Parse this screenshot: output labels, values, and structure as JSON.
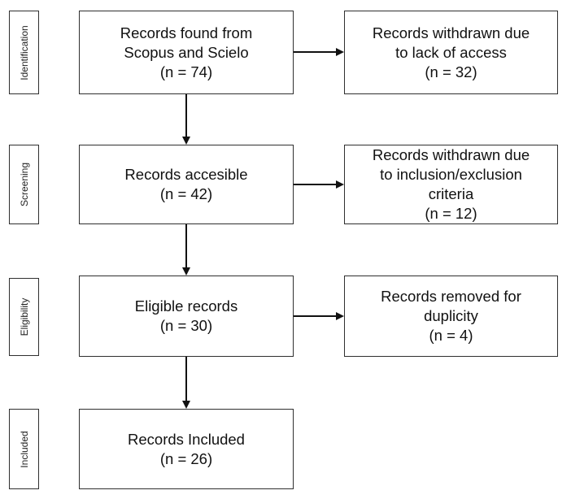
{
  "stages": [
    {
      "id": "identification",
      "label": "Identification"
    },
    {
      "id": "screening",
      "label": "Screening"
    },
    {
      "id": "eligibility",
      "label": "Eligibility"
    },
    {
      "id": "included",
      "label": "Included"
    }
  ],
  "main_boxes": {
    "found": {
      "lines": [
        "Records found from",
        "Scopus and Scielo",
        "(n = 74)"
      ]
    },
    "accessible": {
      "lines": [
        "Records accesible",
        "(n = 42)"
      ]
    },
    "eligible": {
      "lines": [
        "Eligible records",
        "(n = 30)"
      ]
    },
    "included": {
      "lines": [
        "Records Included",
        "(n = 26)"
      ]
    }
  },
  "side_boxes": {
    "no_access": {
      "lines": [
        "Records withdrawn due",
        "to lack of access",
        "(n = 32)"
      ]
    },
    "criteria": {
      "lines": [
        "Records withdrawn due",
        "to inclusion/exclusion",
        "criteria",
        "(n = 12)"
      ]
    },
    "duplicity": {
      "lines": [
        "Records removed for",
        "duplicity",
        "(n = 4)"
      ]
    }
  },
  "colors": {
    "stroke": "#2f2f2f",
    "text": "#111111"
  }
}
